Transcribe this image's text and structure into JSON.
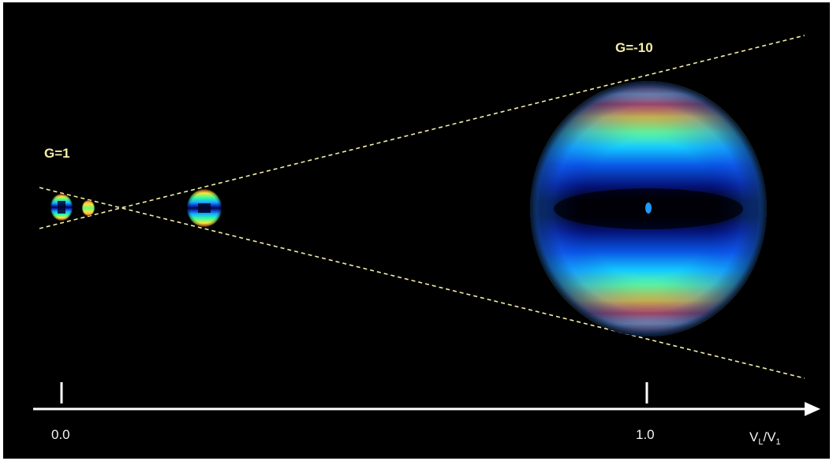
{
  "labels": {
    "gain_start": "G=1",
    "gain_end": "G=-10",
    "tick_start": "0.0",
    "tick_end": "1.0",
    "axis_base": "V",
    "axis_sub_num": "L",
    "axis_mid": "/V",
    "axis_sub_den": "1"
  },
  "colors": {
    "background": "#000000",
    "guide_line": "#f3eeaa",
    "axis": "#ffffff",
    "label_yellow": "#f3eeaa"
  },
  "images": [
    {
      "name": "image-g1",
      "axis_position": 0.0,
      "relative_size": 1.0
    },
    {
      "name": "image-small-2",
      "axis_position": 0.045,
      "relative_size": 0.55
    },
    {
      "name": "image-mid",
      "axis_position": 0.24,
      "relative_size": 1.45
    },
    {
      "name": "image-g10",
      "axis_position": 1.0,
      "relative_size": 10.0
    }
  ]
}
